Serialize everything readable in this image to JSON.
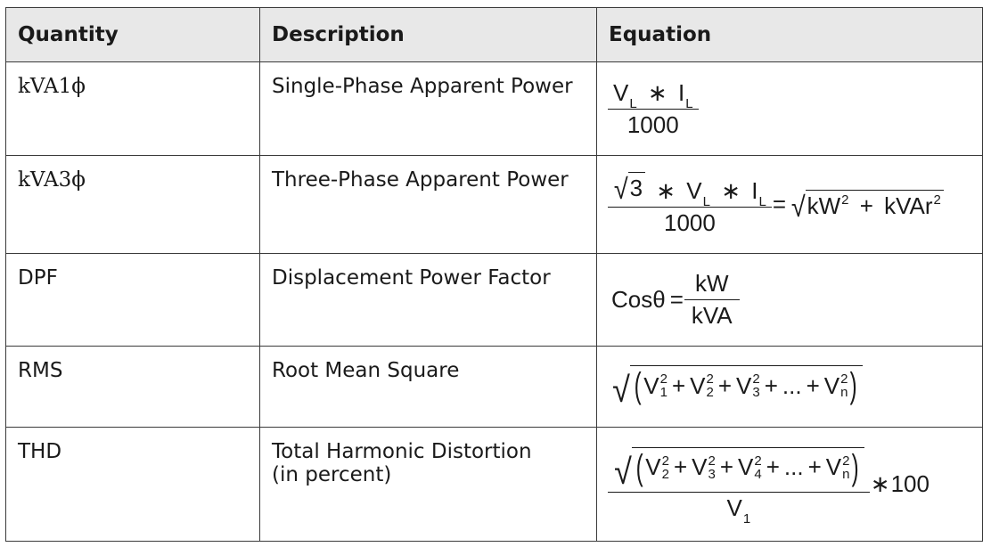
{
  "headers": {
    "quantity": "Quantity",
    "description": "Description",
    "equation": "Equation"
  },
  "rows": [
    {
      "quantity": "kVA1ϕ",
      "description": [
        "Single-Phase Apparent Power"
      ]
    },
    {
      "quantity": "kVA3ϕ",
      "description": [
        "Three-Phase Apparent Power"
      ]
    },
    {
      "quantity": "DPF",
      "description": [
        "Displacement Power Factor"
      ]
    },
    {
      "quantity": "RMS",
      "description": [
        "Root Mean Square"
      ]
    },
    {
      "quantity": "THD",
      "description": [
        "Total Harmonic Distortion",
        "(in percent)"
      ]
    }
  ],
  "equations": {
    "kva1": {
      "v": "V",
      "l": "L",
      "i": "I",
      "times": "∗",
      "den": "1000"
    },
    "kva3": {
      "root3": "3",
      "v": "V",
      "l": "L",
      "i": "I",
      "times": "∗",
      "den": "1000",
      "eq": "=",
      "kw": "kW",
      "two": "2",
      "plus": "+",
      "kvar": "kVAr"
    },
    "dpf": {
      "cos": "Cosθ",
      "eq": "=",
      "num": "kW",
      "den": "kVA"
    },
    "rms": {
      "v": "V",
      "s1": "1",
      "s2": "2",
      "s3": "3",
      "sn": "n",
      "two": "2",
      "plus": "+",
      "dots": "...",
      "lp": "(",
      "rp": ")"
    },
    "thd": {
      "v": "V",
      "s2": "2",
      "s3": "3",
      "s4": "4",
      "sn": "n",
      "two": "2",
      "plus": "+",
      "dots": "...",
      "lp": "(",
      "rp": ")",
      "den_v": "V",
      "den_sub": "1",
      "times": "∗",
      "hundred": "100"
    }
  }
}
